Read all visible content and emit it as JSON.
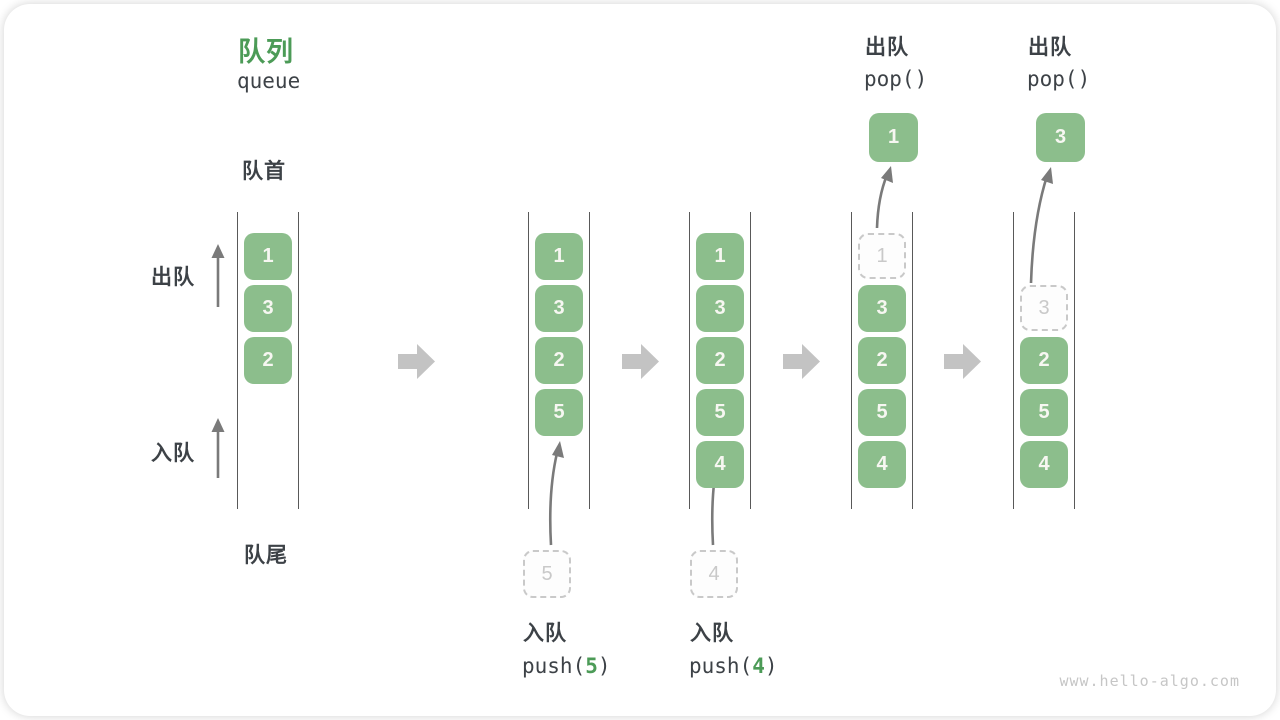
{
  "title": {
    "zh": "队列",
    "en": "queue"
  },
  "side_labels": {
    "front": "队首",
    "rear": "队尾",
    "dequeue": "出队",
    "enqueue": "入队"
  },
  "stages": [
    {
      "name": "initial",
      "slots": [
        "1",
        "3",
        "2"
      ]
    },
    {
      "name": "after-push-5",
      "slots": [
        "1",
        "3",
        "2",
        "5"
      ],
      "pending": "5",
      "op_label": "入队",
      "op_code_pre": "push(",
      "op_code_arg": "5",
      "op_code_post": ")"
    },
    {
      "name": "after-push-4",
      "slots": [
        "1",
        "3",
        "2",
        "5",
        "4"
      ],
      "pending": "4",
      "op_label": "入队",
      "op_code_pre": "push(",
      "op_code_arg": "4",
      "op_code_post": ")"
    },
    {
      "name": "pop-first",
      "ghost": "1",
      "slots": [
        "3",
        "2",
        "5",
        "4"
      ],
      "popped": "1",
      "op_label": "出队",
      "op_code": "pop()"
    },
    {
      "name": "pop-second",
      "ghost": "3",
      "slots": [
        "2",
        "5",
        "4"
      ],
      "popped": "3",
      "op_label": "出队",
      "op_code": "pop()"
    }
  ],
  "watermark": "www.hello-algo.com",
  "colors": {
    "accent_green": "#4C9B57",
    "box_green": "#8CBE8C",
    "box_text": "#F7F7F2",
    "dark_text": "#3D4247",
    "ghost_gray": "#C9C9C9",
    "block_arrow_gray": "#C3C3C3",
    "thin_arrow_gray": "#7A7A7A",
    "rail_gray": "#595959"
  }
}
